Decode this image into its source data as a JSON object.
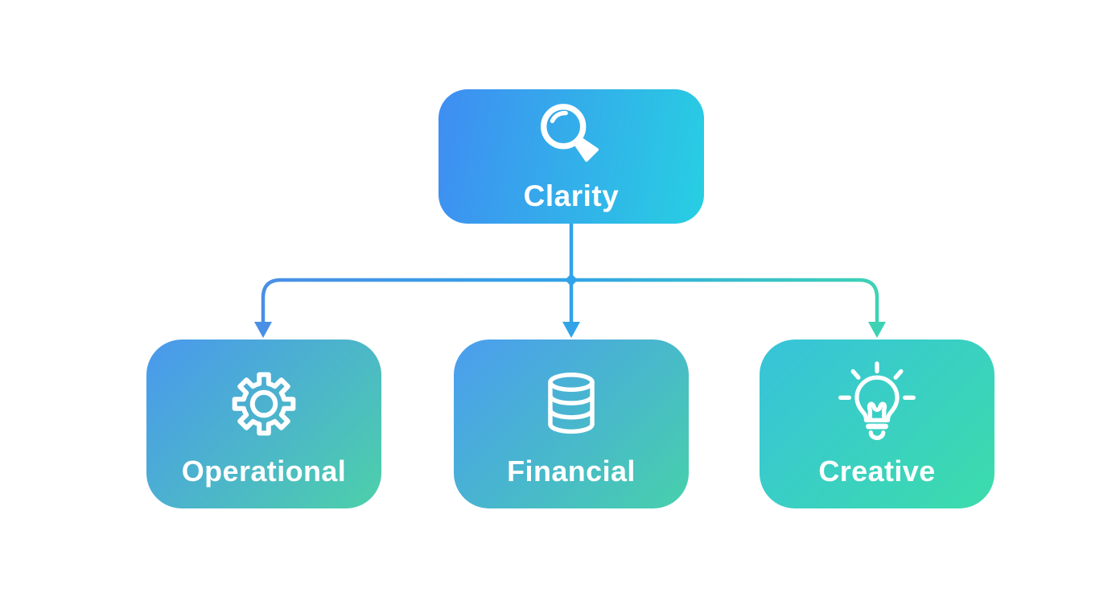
{
  "diagram": {
    "background": "#ffffff",
    "text_color": "#ffffff",
    "root": {
      "label": "Clarity",
      "icon": "magnifier-icon",
      "gradient": {
        "angle": "100deg",
        "from": "#3f8df2",
        "to": "#27cfe2"
      }
    },
    "children": [
      {
        "label": "Operational",
        "icon": "gear-icon",
        "gradient": {
          "angle": "135deg",
          "from": "#4a98ee",
          "to": "#4dd0a9"
        }
      },
      {
        "label": "Financial",
        "icon": "coins-icon",
        "gradient": {
          "angle": "135deg",
          "from": "#4a9df0",
          "to": "#47d0ab"
        }
      },
      {
        "label": "Creative",
        "icon": "lightbulb-icon",
        "gradient": {
          "angle": "135deg",
          "from": "#37c3da",
          "to": "#3cdcab"
        }
      }
    ],
    "connectors": {
      "start_color": "#4a8fe6",
      "mid_color": "#31a4e8",
      "end_color": "#3ed2b4"
    }
  }
}
